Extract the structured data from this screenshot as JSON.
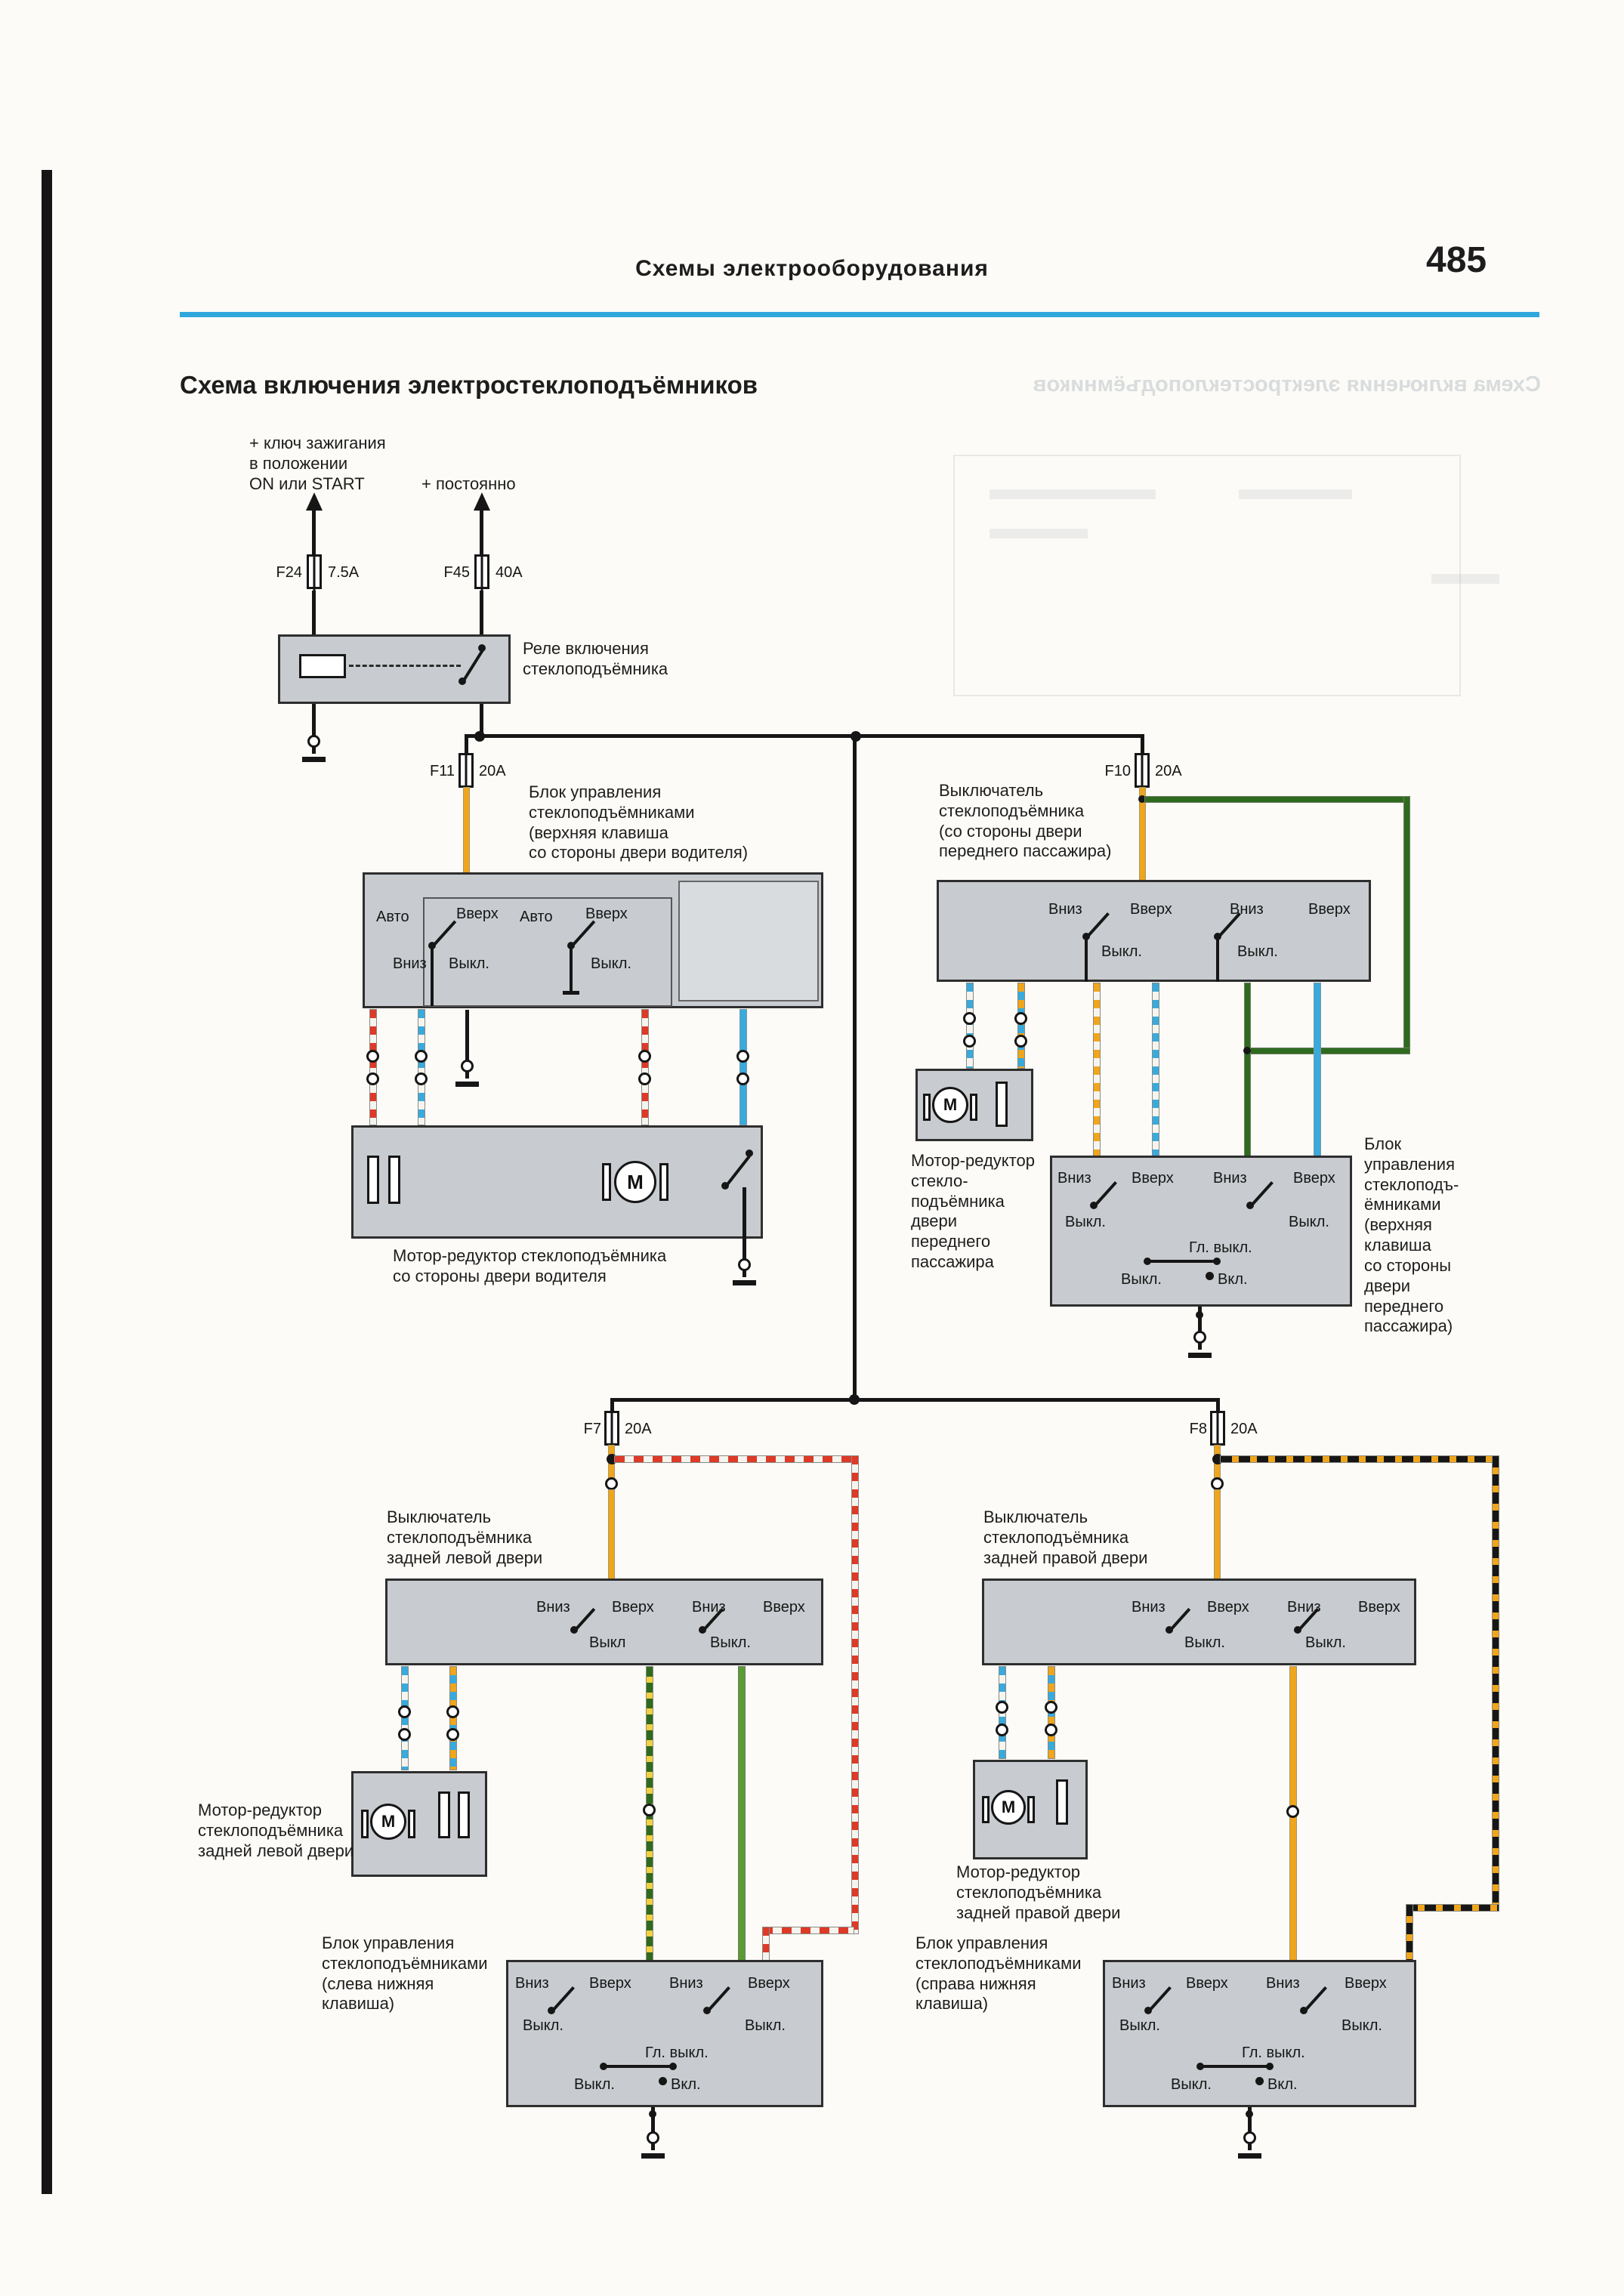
{
  "colors": {
    "paper": "#fcfbf7",
    "accent_rule": "#2fa7dc",
    "box_fill": "#c8ccd0",
    "box_fill_light": "#d9dcdf",
    "wire_yellow": "#efa51c",
    "wire_blue": "#38aadc",
    "wire_green_dark": "#2f6b1e",
    "wire_green": "#5b9b33",
    "wire_red": "#dd3a28",
    "wire_black": "#161616",
    "wire_white": "#f6f4ee"
  },
  "header": {
    "title": "Схемы  электрооборудования",
    "page_number": "485"
  },
  "diagram": {
    "title": "Схема включения электростеклоподъёмников",
    "supply": {
      "ignition": [
        "+ ключ зажигания",
        "в положении",
        "ON или START"
      ],
      "constant": "+ постоянно"
    },
    "fuses": {
      "f24": {
        "name": "F24",
        "rating": "7.5A"
      },
      "f45": {
        "name": "F45",
        "rating": "40A"
      },
      "f11": {
        "name": "F11",
        "rating": "20A"
      },
      "f10": {
        "name": "F10",
        "rating": "20A"
      },
      "f7": {
        "name": "F7",
        "rating": "20A"
      },
      "f8": {
        "name": "F8",
        "rating": "20A"
      }
    },
    "relay": {
      "label": [
        "Реле включения",
        "стеклоподъёмника"
      ]
    },
    "blocks": {
      "driver_control": {
        "label": [
          "Блок управления",
          "стеклоподъёмниками",
          "(верхняя клавиша",
          "со стороны двери водителя)"
        ]
      },
      "front_passenger_switch": {
        "label": [
          "Выключатель",
          "стеклоподъёмника",
          "(со стороны двери",
          "переднего пассажира)"
        ]
      },
      "driver_motor": {
        "label": [
          "Мотор-редуктор стеклоподъёмника",
          "со стороны двери водителя"
        ]
      },
      "front_passenger_motor": {
        "label": [
          "Мотор-редуктор",
          "стекло-",
          "подъёмника",
          "двери",
          "переднего",
          "пассажира"
        ]
      },
      "front_passenger_control": {
        "label": [
          "Блок",
          "управления",
          "стеклоподъ-",
          "ёмниками",
          "(верхняя",
          "клавиша",
          "со стороны",
          "двери",
          "переднего",
          "пассажира)"
        ]
      },
      "rear_left_switch": {
        "label": [
          "Выключатель",
          "стеклоподъёмника",
          "задней левой двери"
        ]
      },
      "rear_right_switch": {
        "label": [
          "Выключатель",
          "стеклоподъёмника",
          "задней правой двери"
        ]
      },
      "rear_left_motor": {
        "label": [
          "Мотор-редуктор",
          "стеклоподъёмника",
          "задней левой двери"
        ]
      },
      "rear_right_motor": {
        "label": [
          "Мотор-редуктор",
          "стеклоподъёмника",
          "задней правой двери"
        ]
      },
      "rear_left_control": {
        "label": [
          "Блок управления",
          "стеклоподъёмниками",
          "(слева нижняя",
          "клавиша)"
        ]
      },
      "rear_right_control": {
        "label": [
          "Блок управления",
          "стеклоподъёмниками",
          "(справа нижняя",
          "клавиша)"
        ]
      }
    },
    "sw": {
      "down": "Вниз",
      "up": "Вверх",
      "off": "Выкл.",
      "off_short": "Выкл",
      "auto": "Авто",
      "main_off": "Гл. выкл.",
      "on": "Вкл.",
      "motor_m": "M"
    }
  }
}
